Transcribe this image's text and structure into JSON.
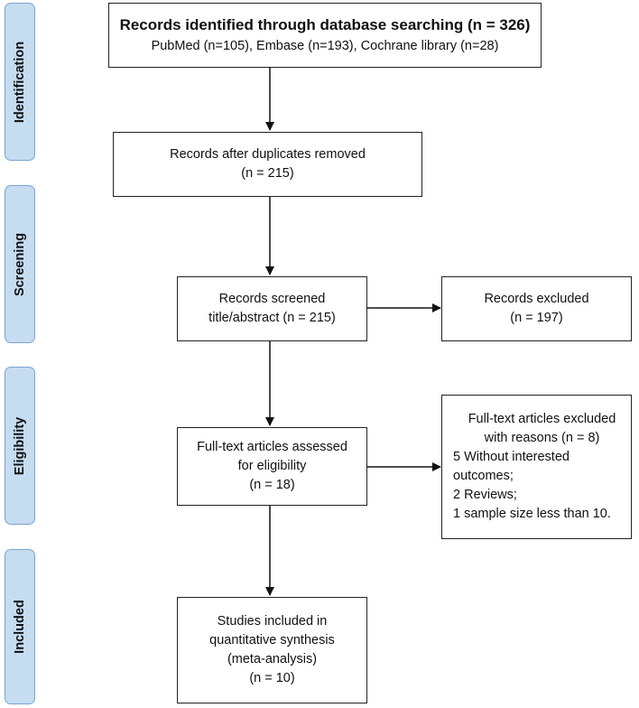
{
  "phases": {
    "identification": "Identification",
    "screening": "Screening",
    "eligibility": "Eligibility",
    "included": "Included"
  },
  "boxes": {
    "identified": {
      "title": "Records identified through database searching (n = 326)",
      "subtitle": "PubMed (n=105), Embase (n=193), Cochrane library (n=28)"
    },
    "duplicates_removed": {
      "line1": "Records after duplicates removed",
      "line2": "(n = 215)"
    },
    "screened": {
      "line1": "Records screened",
      "line2": "title/abstract (n = 215)"
    },
    "excluded": {
      "line1": "Records excluded",
      "line2": "(n = 197)"
    },
    "fulltext_assessed": {
      "line1": "Full-text articles assessed",
      "line2": "for eligibility",
      "line3": "(n = 18)"
    },
    "fulltext_excluded": {
      "line1": "Full-text articles excluded",
      "line2": "with reasons (n = 8)",
      "reasons": [
        "5 Without interested",
        "outcomes;",
        "2 Reviews;",
        "1 sample size less than 10."
      ]
    },
    "included": {
      "line1": "Studies included in",
      "line2": "quantitative synthesis",
      "line3": "(meta-analysis)",
      "line4": "(n = 10)"
    }
  },
  "colors": {
    "phase_fill": "#c6dcf1",
    "phase_border": "#7aa4cf",
    "box_border": "#222222",
    "arrow": "#111111"
  }
}
